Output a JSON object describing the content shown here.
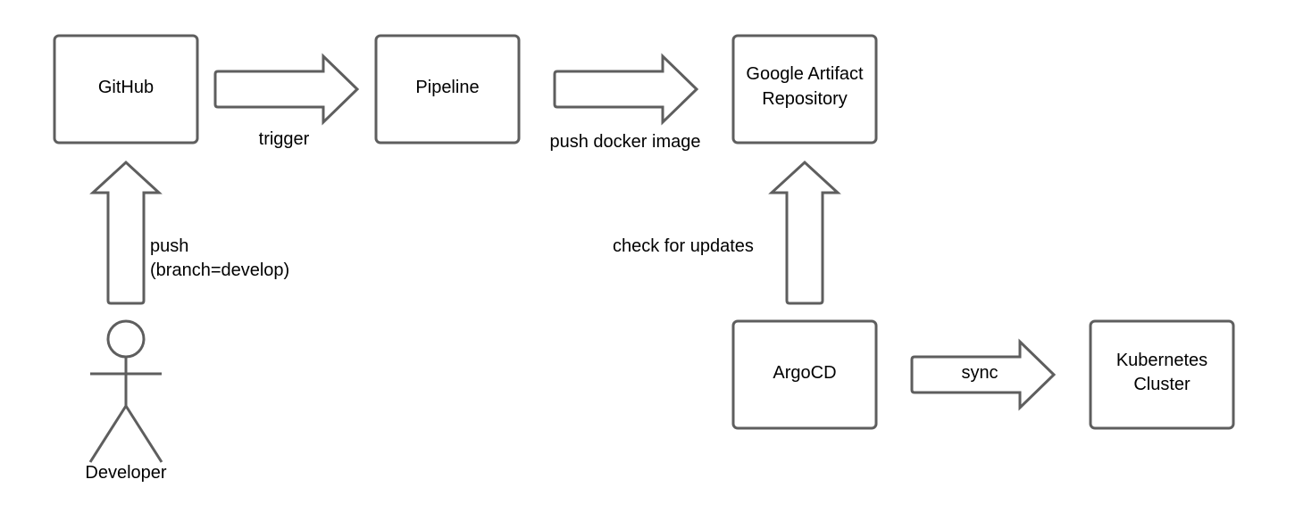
{
  "nodes": {
    "github": "GitHub",
    "pipeline": "Pipeline",
    "artifact_repo": [
      "Google Artifact",
      "Repository"
    ],
    "argocd": "ArgoCD",
    "kubernetes": [
      "Kubernetes",
      "Cluster"
    ]
  },
  "actor": {
    "developer": "Developer"
  },
  "edges": {
    "push": [
      "push",
      "(branch=develop)"
    ],
    "trigger": "trigger",
    "push_image": "push docker image",
    "check_updates": "check for updates",
    "sync": "sync"
  },
  "colors": {
    "stroke": "#5e5e5e",
    "text": "#000000",
    "background": "#ffffff"
  }
}
